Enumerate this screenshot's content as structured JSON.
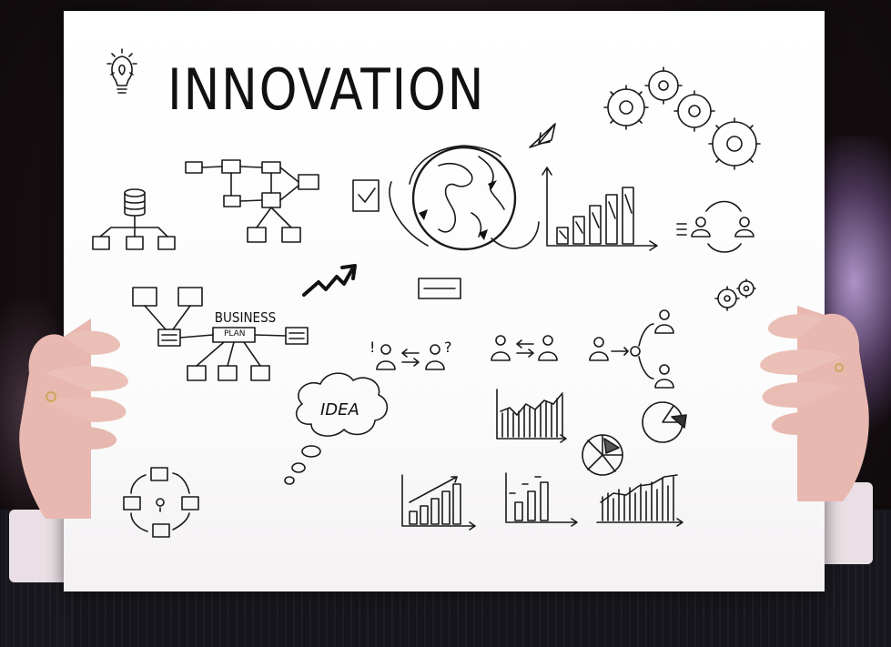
{
  "board": {
    "title": "INNOVATION",
    "labels": {
      "business": "BUSINESS",
      "plan": "PLAN",
      "idea": "IDEA",
      "exclaim": "!",
      "question": "?"
    }
  },
  "icons": [
    "lightbulb-icon",
    "gear-icon",
    "database-icon",
    "flowchart-icon",
    "checkbox-icon",
    "globe-icon",
    "cursor-arrow-icon",
    "bar-chart-icon",
    "people-exchange-icon",
    "trend-arrow-icon",
    "card-icon",
    "pie-chart-icon",
    "thought-cloud-icon"
  ],
  "colors": {
    "ink": "#1a1a1a",
    "paper": "#ffffff"
  }
}
